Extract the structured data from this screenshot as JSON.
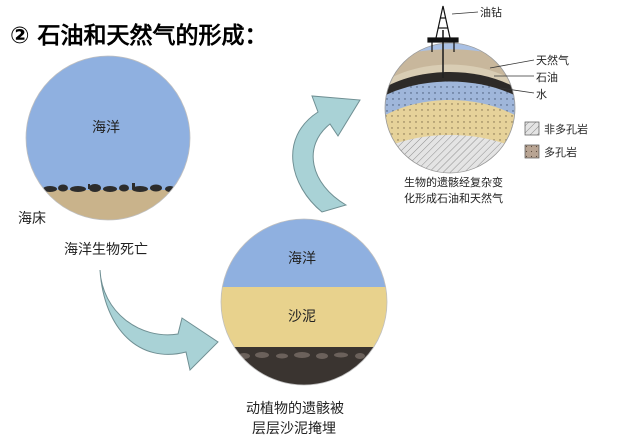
{
  "title": "② 石油和天然气的形成：",
  "stage1": {
    "sea_label": "海洋",
    "seabed_label": "海床",
    "caption": "海洋生物死亡"
  },
  "stage2": {
    "sea_label": "海洋",
    "sand_label": "沙泥",
    "caption_line1": "动植物的遗骸被",
    "caption_line2": "层层沙泥掩埋"
  },
  "stage3": {
    "rig_label": "油钻",
    "gas_label": "天然气",
    "oil_label": "石油",
    "water_label": "水",
    "legend_nonporous": "非多孔岩",
    "legend_porous": "多孔岩",
    "caption_line1": "生物的遗骸经复杂变",
    "caption_line2": "化形成石油和天然气"
  },
  "colors": {
    "sky": "#8fb0e0",
    "seabed": "#c9b38b",
    "sand": "#e8d28d",
    "mud": "#3a3430",
    "arrow": "#a9d2d6",
    "arrow_edge": "#6f8f93",
    "gas": "#d9cdb4",
    "oil": "#2d2a28",
    "water": "#9fb6da",
    "nonporous": "#d7d7d7",
    "porous": "#b19a89"
  },
  "icons": [
    "oil-rig-icon",
    "curved-arrow-icon"
  ]
}
